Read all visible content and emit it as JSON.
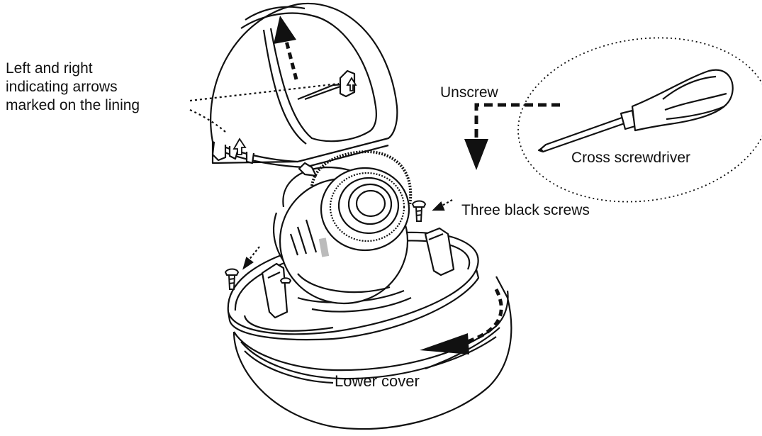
{
  "labels": {
    "lining_arrows_line1": "Left and right",
    "lining_arrows_line2": "indicating arrows",
    "lining_arrows_line3": "marked on the lining",
    "unscrew": "Unscrew",
    "cross_screwdriver": "Cross screwdriver",
    "three_black_screws": "Three black screws",
    "lower_cover": "Lower cover"
  },
  "colors": {
    "line": "#111111",
    "background": "#ffffff",
    "highlight": "#bbbbbb"
  }
}
